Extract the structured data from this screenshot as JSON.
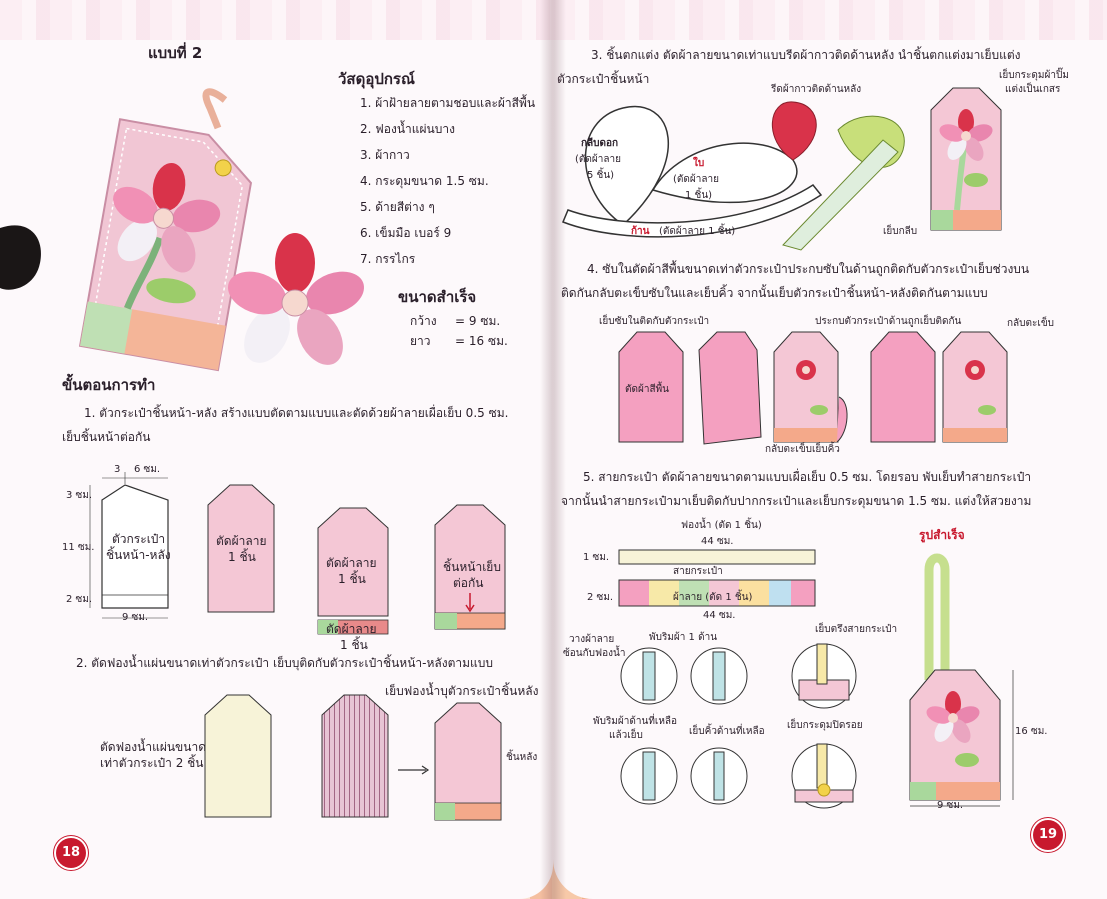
{
  "left_page": {
    "style_title": "แบบที่ 2",
    "materials": {
      "heading": "วัสดุอุปกรณ์",
      "items": [
        "1. ผ้าฝ้ายลายตามชอบและผ้าสีพื้น",
        "2. ฟองน้ำแผ่นบาง",
        "3. ผ้ากาว",
        "4. กระดุมขนาด 1.5 ซม.",
        "5. ด้ายสีต่าง ๆ",
        "6. เข็มมือ เบอร์ 9",
        "7. กรรไกร"
      ]
    },
    "finished_size": {
      "heading": "ขนาดสำเร็จ",
      "width_label": "กว้าง",
      "width_value": "=   9   ซม.",
      "length_label": "ยาว",
      "length_value": "=   16  ซม."
    },
    "steps_heading": "ขั้นตอนการทำ",
    "step1_line1": "1. ตัวกระเป๋าชิ้นหน้า-หลัง สร้างแบบตัดตามแบบและตัดด้วยผ้าลายเผื่อเย็บ 0.5 ซม.",
    "step1_line2": "เย็บชิ้นหน้าต่อกัน",
    "pattern": {
      "dim_3": "3",
      "dim_6": "6 ซม.",
      "dim_top": "3 ซม.",
      "dim_mid": "11 ซม.",
      "dim_bot": "2 ซม.",
      "dim_w": "9 ซม.",
      "label1": "ตัวกระเป๋า",
      "label2": "ชิ้นหน้า-หลัง"
    },
    "cut1_a": "ตัดผ้าลาย",
    "cut1_b": "1 ชิ้น",
    "cut2_a": "ตัดผ้าลาย",
    "cut2_b": "1 ชิ้น",
    "cut3_a": "ตัดผ้าลาย",
    "cut3_b": "1 ชิ้น",
    "join_a": "ชิ้นหน้าเย็บ",
    "join_b": "ต่อกัน",
    "step2": "2. ตัดฟองน้ำแผ่นขนาดเท่าตัวกระเป๋า เย็บบุติดกับตัวกระเป๋าชิ้นหน้า-หลังตามแบบ",
    "sponge_cut_a": "ตัดฟองน้ำแผ่นขนาด",
    "sponge_cut_b": "เท่าตัวกระเป๋า 2 ชิ้น",
    "sponge_sew": "เย็บฟองน้ำบุตัวกระเป๋าชิ้นหลัง",
    "back_piece": "ชิ้นหลัง",
    "page_number": "18"
  },
  "right_page": {
    "step3_line1": "3. ชิ้นตกแต่ง ตัดผ้าลายขนาดเท่าแบบรีดผ้ากาวติดด้านหลัง นำชิ้นตกแต่งมาเย็บแต่ง",
    "step3_line2": "ตัวกระเป๋าชิ้นหน้า",
    "petal_a": "กลีบดอก",
    "petal_b": "(ตัดผ้าลาย",
    "petal_c": "5 ชิ้น)",
    "leaf_a": "ใบ",
    "leaf_b": "(ตัดผ้าลาย",
    "leaf_c": "1 ชิ้น)",
    "stem_a": "ก้าน",
    "stem_b": "(ตัดผ้าลาย 1 ชิ้น)",
    "iron_label": "รีดผ้ากาวติดด้านหลัง",
    "button_sew_a": "เย็บกระดุมผ้าปิ๊ม",
    "button_sew_b": "แต่งเป็นเกสร",
    "petal_sew": "เย็บกลีบ",
    "step4_line1": "4. ซับในตัดผ้าสีพื้นขนาดเท่าตัวกระเป๋าประกบซับในด้านถูกติดกับตัวกระเป๋าเย็บช่วงบน",
    "step4_line2": "ติดกันกลับตะเข็บซับในและเย็บคิ้ว จากนั้นเย็บตัวกระเป๋าชิ้นหน้า-หลังติดกันตามแบบ",
    "lining_sew": "เย็บซับในติดกับตัวกระเป๋า",
    "lining_cut": "ตัดผ้าสีพื้น",
    "lining_press": "ประกบตัวกระเป๋าด้านถูกเย็บติดกัน",
    "turn_seam": "กลับตะเข็บ",
    "turn_edge": "กลับตะเข็บเย็บคิ้ว",
    "step5_line1": "5. สายกระเป๋า ตัดผ้าลายขนาดตามแบบเผื่อเย็บ 0.5 ซม. โดยรอบ พับเย็บทำสายกระเป๋า",
    "step5_line2": "จากนั้นนำสายกระเป๋ามาเย็บติดกับปากกระเป๋าและเย็บกระดุมขนาด 1.5 ซม. แต่งให้สวยงาม",
    "sponge_strip": "ฟองน้ำ (ตัด 1 ชิ้น)",
    "len_44": "44 ซม.",
    "h_1": "1 ซม.",
    "strap_label": "สายกระเป๋า",
    "h_2": "2 ซม.",
    "fabric_strip": "ผ้าลาย (ตัด 1 ชิ้น)",
    "len_44b": "44 ซม.",
    "finished_heading": "รูปสำเร็จ",
    "overlay_a": "วางผ้าลาย",
    "overlay_b": "ซ้อนกับฟองน้ำ",
    "fold_one": "พับริมผ้า 1 ด้าน",
    "sew_strap": "เย็บตรึงสายกระเป๋า",
    "fold_rest_a": "พับริมผ้าด้านที่เหลือ",
    "fold_rest_b": "แล้วเย็บ",
    "edge_rest": "เย็บคิ้วด้านที่เหลือ",
    "sew_button": "เย็บกระดุมปิดรอย",
    "height_16": "16 ซม.",
    "width_9": "9 ซม.",
    "page_number": "19"
  }
}
